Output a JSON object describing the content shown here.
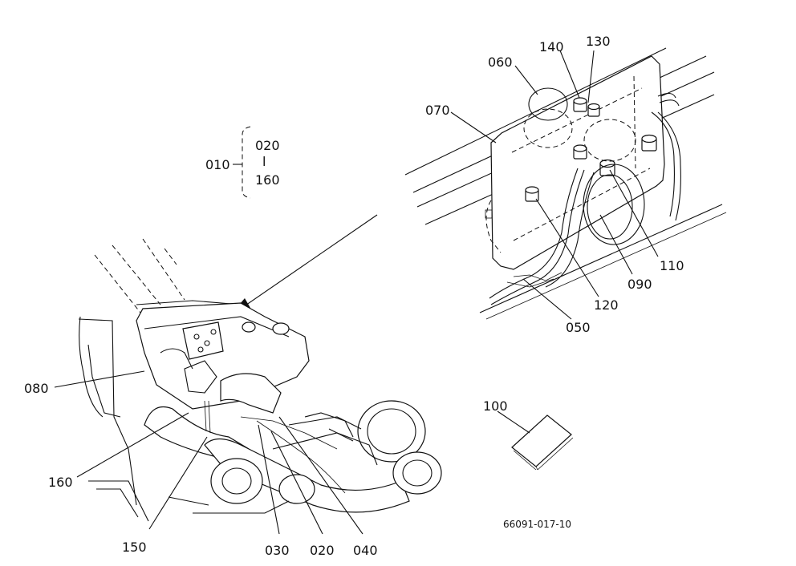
{
  "labels": {
    "p010": "010",
    "p020_range": "020",
    "range_sep": "l",
    "p160_range": "160",
    "p060": "060",
    "p070": "070",
    "p140": "140",
    "p130": "130",
    "p110": "110",
    "p090": "090",
    "p120": "120",
    "p050": "050",
    "p080": "080",
    "p160": "160",
    "p150": "150",
    "p030": "030",
    "p020": "020",
    "p040": "040",
    "p100": "100",
    "drawing_code": "66091-017-10"
  }
}
